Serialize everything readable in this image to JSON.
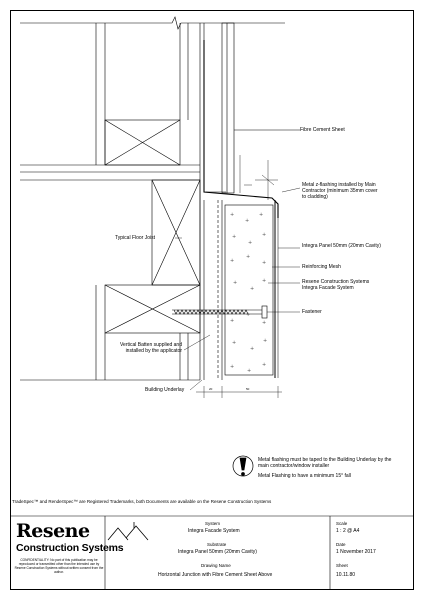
{
  "labels": {
    "fibre_cement_sheet": "Fibre Cement Sheet",
    "z_flashing": "Metal z-flashing installed by Main Contractor (minimum 35mm cover to cladding)",
    "typical_floor_joist": "Typical Floor Joist",
    "integra_panel": "Integra Panel 50mm (20mm Cavity)",
    "reinforcing_mesh": "Reinforcing Mesh",
    "rcs_integra": "Resene Construction Systems Integra Facade System",
    "fastener": "Fastener",
    "vertical_batten": "Vertical Batten supplied and installed by the applicator",
    "building_underlay": "Building Underlay"
  },
  "notes": {
    "flashing_taped": "Metal flashing must be taped to the Building Underlay by the main contractor/window installer",
    "flashing_fall": "Metal Flashing to have a minimum 15° fall"
  },
  "trademark": "TradeSpec™ and RenderSpec™ are Registered Trademarks, both Documents are available on the Resene Construction Systems",
  "title_block": {
    "logo_main": "Resene",
    "logo_sub": "Construction Systems",
    "confidentiality": "CONFIDENTIALITY: No part of this publication may be reproduced or transmitted other than the intended use by Resene Construction Systems without written consent from the author.",
    "system_label": "System",
    "system_value": "Integra Facade System",
    "substrate_label": "Substrate",
    "substrate_value": "Integra Panel 50mm (20mm Cavity)",
    "drawing_name_label": "Drawing Name",
    "drawing_name_value": "Horizontal Junction with Fibre Cement Sheet Above",
    "scale_label": "Scale",
    "scale_value": "1 : 2 @ A4",
    "date_label": "Date",
    "date_value": "1 November 2017",
    "sheet_label": "Sheet",
    "sheet_value": "10.11.80"
  }
}
